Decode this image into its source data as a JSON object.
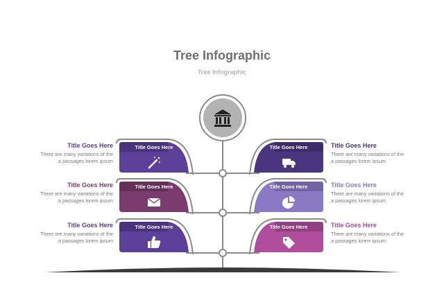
{
  "header": {
    "title": "Tree Infographic",
    "subtitle": "Tree Infographic"
  },
  "colors": {
    "purple": "#5b3f99",
    "plum": "#7a3b6e",
    "indigo": "#4a3580",
    "lavender": "#8c79c6",
    "magenta": "#b04d9c",
    "trunk": "#8a8a8a",
    "ground": "#3a3a3a"
  },
  "center_icon": "bank-icon",
  "leaves": [
    {
      "side": "left",
      "title": "Title Goes Here",
      "heading": "Title Goes Here",
      "line1": "There are many variations of the",
      "line2": "a passages lorem ipsum",
      "icon": "magic-wand-icon",
      "color": "#5b3f99",
      "heading_color": "#5a3e96"
    },
    {
      "side": "right",
      "title": "Title Goes Here",
      "heading": "Title Goes Here",
      "line1": "There are many variations of the",
      "line2": "a passages lorem ipsum",
      "icon": "truck-icon",
      "color": "#4a3580",
      "heading_color": "#4a3580"
    },
    {
      "side": "left",
      "title": "Title Goes Here",
      "heading": "Title Goes Here",
      "line1": "There are many variations of the",
      "line2": "a passages lorem ipsum",
      "icon": "envelope-icon",
      "color": "#7a3b6e",
      "heading_color": "#7a3b6e"
    },
    {
      "side": "right",
      "title": "Title Goes Here",
      "heading": "Title Goes Here",
      "line1": "There are many variations of the",
      "line2": "a passages lorem ipsum",
      "icon": "pie-chart-icon",
      "color": "#8c79c6",
      "heading_color": "#8c79c6"
    },
    {
      "side": "left",
      "title": "Title Goes Here",
      "heading": "Title Goes Here",
      "line1": "There are many variations of the",
      "line2": "a passages lorem ipsum",
      "icon": "thumbs-up-icon",
      "color": "#5b3f99",
      "heading_color": "#5a3e96"
    },
    {
      "side": "right",
      "title": "Title Goes Here",
      "heading": "Title Goes Here",
      "line1": "There are many variations of the",
      "line2": "a passages lorem ipsum",
      "icon": "price-tag-icon",
      "color": "#b04d9c",
      "heading_color": "#a84a96"
    }
  ]
}
